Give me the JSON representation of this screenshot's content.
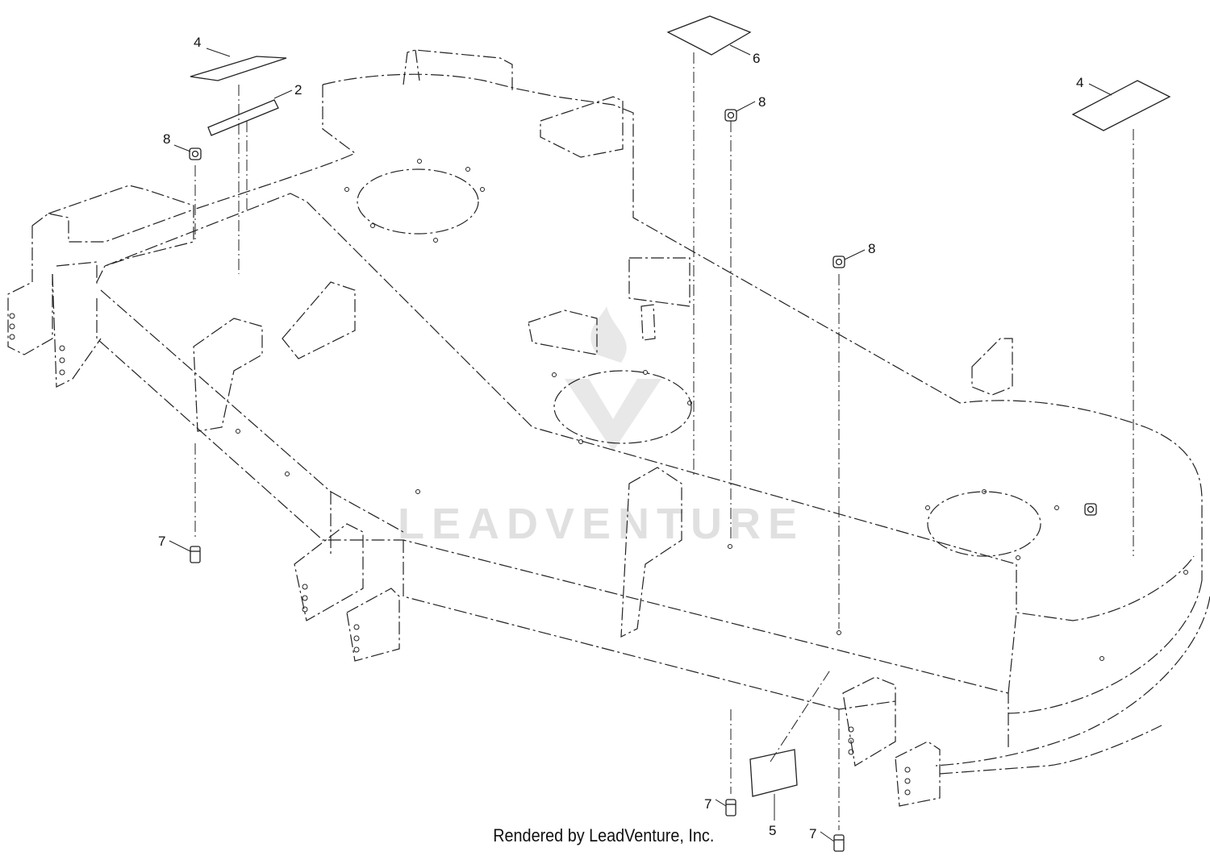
{
  "watermark": {
    "text": "LEADVENTURE",
    "color": "#c8c8c8"
  },
  "footer": {
    "text": "Rendered by LeadVenture, Inc."
  },
  "callouts": [
    {
      "id": "decal-4-left",
      "label": "4"
    },
    {
      "id": "decal-2",
      "label": "2"
    },
    {
      "id": "nut-8-left",
      "label": "8"
    },
    {
      "id": "decal-6",
      "label": "6"
    },
    {
      "id": "nut-8-center",
      "label": "8"
    },
    {
      "id": "decal-4-right",
      "label": "4"
    },
    {
      "id": "nut-8-right",
      "label": "8"
    },
    {
      "id": "bolt-7-left",
      "label": "7"
    },
    {
      "id": "bolt-7-center",
      "label": "7"
    },
    {
      "id": "decal-5",
      "label": "5"
    },
    {
      "id": "bolt-7-right",
      "label": "7"
    }
  ],
  "colors": {
    "line": "#222222",
    "background": "#ffffff"
  }
}
